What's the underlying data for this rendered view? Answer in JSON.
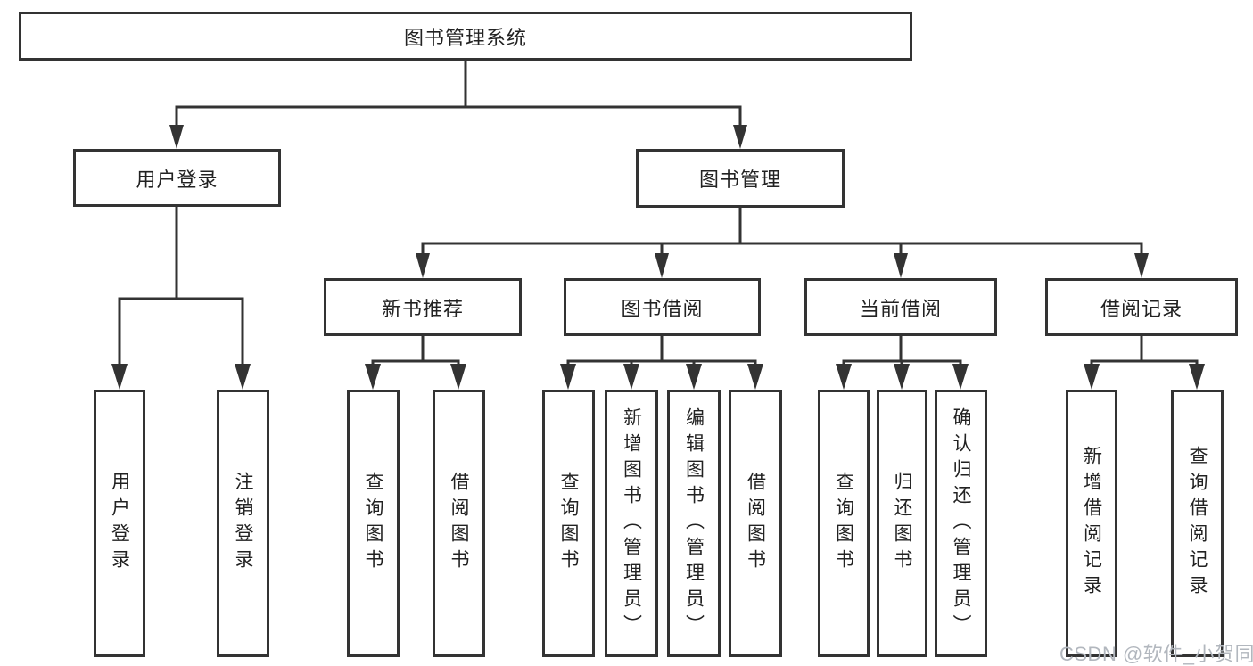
{
  "diagram": {
    "root": "图书管理系统",
    "level2": [
      "用户登录",
      "图书管理"
    ],
    "level3": [
      "新书推荐",
      "图书借阅",
      "当前借阅",
      "借阅记录"
    ],
    "leaves": {
      "user_login": [
        "用户登录",
        "注销登录"
      ],
      "new_book": [
        "查询图书",
        "借阅图书"
      ],
      "book_borrow": [
        "查询图书",
        "新增图书（管理员）",
        "编辑图书（管理员）",
        "借阅图书"
      ],
      "current_borrow": [
        "查询图书",
        "归还图书",
        "确认归还（管理员）"
      ],
      "borrow_records": [
        "新增借阅记录",
        "查询借阅记录"
      ]
    },
    "colors": {
      "line": "#333333",
      "box_border": "#333333",
      "box_fill": "#ffffff",
      "text": "#222222",
      "background": "#ffffff",
      "watermark": "#b2b7be"
    }
  },
  "watermark": "CSDN @软件_小贺同学"
}
